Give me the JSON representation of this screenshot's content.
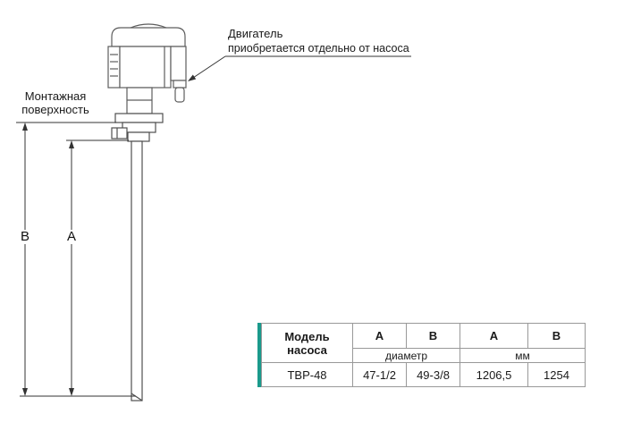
{
  "annotations": {
    "motor_title": "Двигатель",
    "motor_note": "приобретается отдельно от насоса",
    "mounting_line1": "Монтажная",
    "mounting_line2": "поверхность",
    "dim_b": "B",
    "dim_a": "A"
  },
  "colors": {
    "drawing_stroke": "#5d5d5d",
    "dimension_stroke": "#333333",
    "table_accent": "#1a9a8c",
    "table_border": "#999999"
  },
  "table": {
    "model_header_line1": "Модель",
    "model_header_line2": "насоса",
    "col_headers": [
      "A",
      "B",
      "A",
      "B"
    ],
    "group_diameter": "диаметр",
    "group_mm": "мм",
    "rows": [
      {
        "model": "ТВР-48",
        "a_diameter": "47-1/2",
        "b_diameter": "49-3/8",
        "a_mm": "1206,5",
        "b_mm": "1254"
      }
    ]
  }
}
